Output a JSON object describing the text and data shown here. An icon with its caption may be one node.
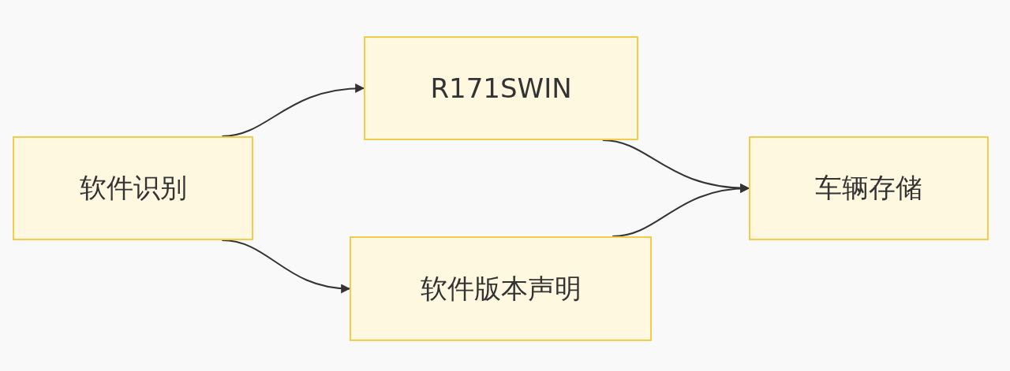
{
  "diagram": {
    "nodes": [
      {
        "text": [
          "软件识别"
        ]
      },
      {
        "text": [
          "R171SWIN"
        ]
      },
      {
        "text": [
          "软件版本声明"
        ]
      },
      {
        "text": [
          "车辆存储"
        ]
      }
    ],
    "edges": [
      {
        "from": 0,
        "to": 1,
        "arrow": "to"
      },
      {
        "from": 0,
        "to": 2,
        "arrow": "to"
      },
      {
        "from": 1,
        "to": 3,
        "arrow": "to"
      },
      {
        "from": 2,
        "to": 3,
        "arrow": "to"
      }
    ]
  }
}
